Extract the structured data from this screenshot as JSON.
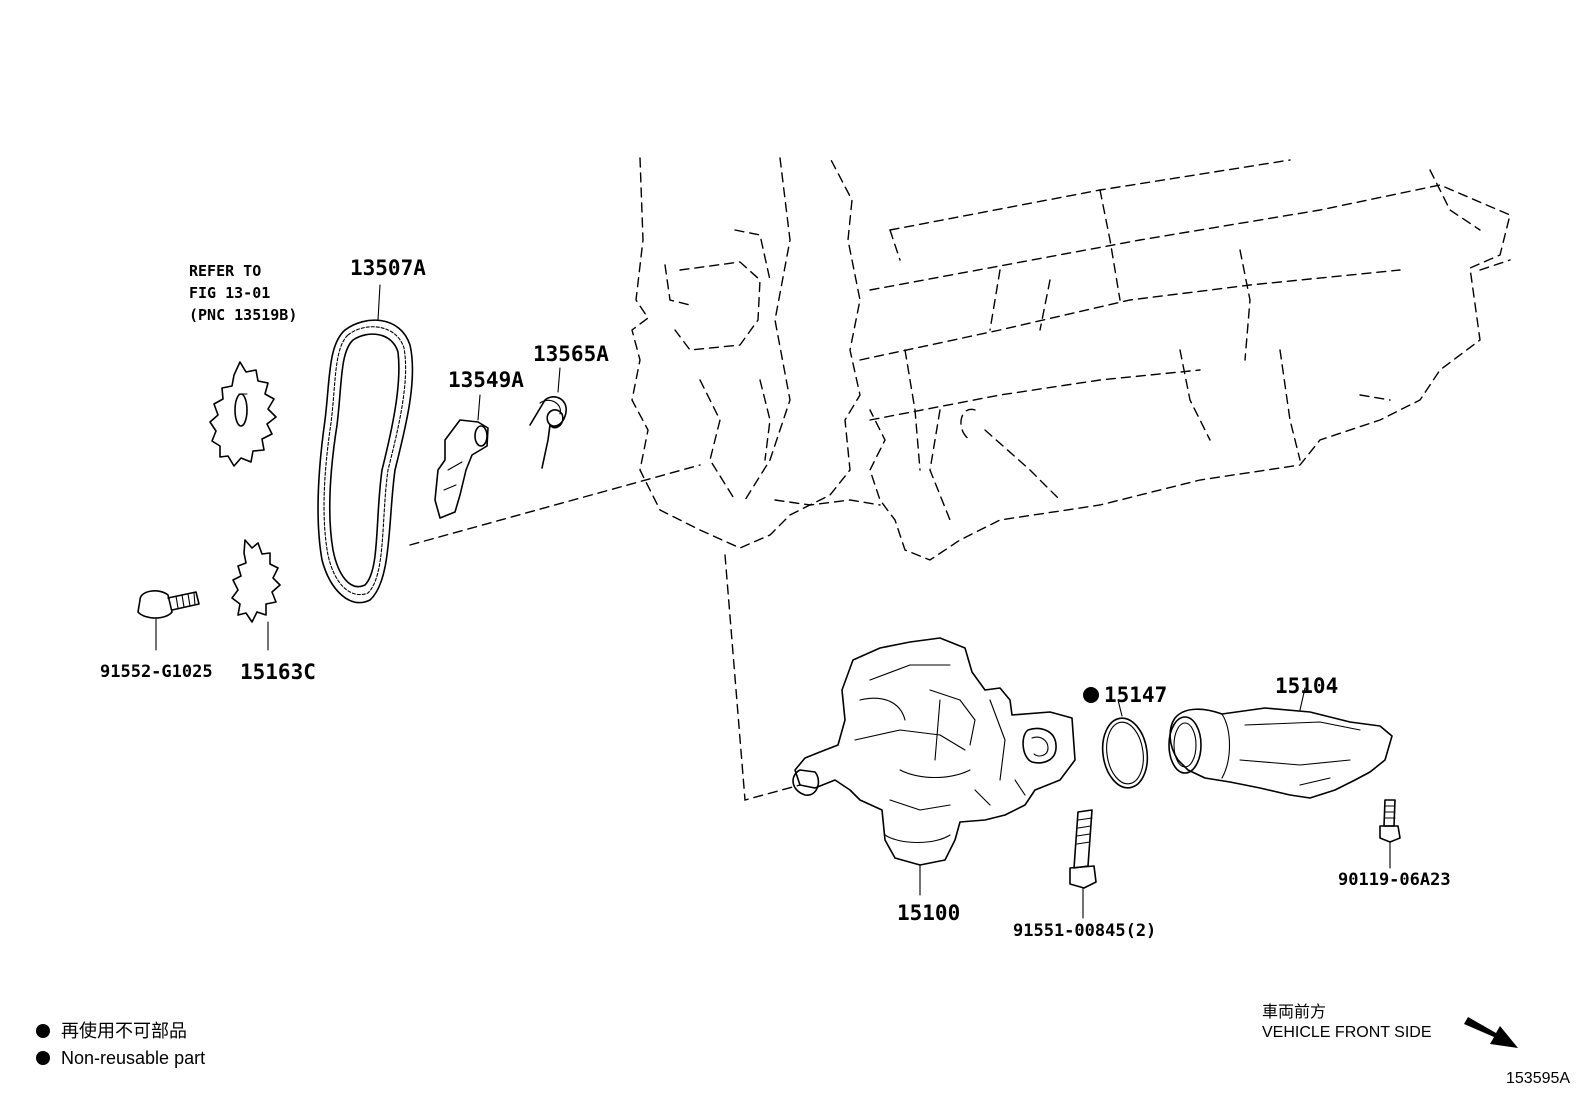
{
  "diagram": {
    "reference_note": {
      "line1": "REFER TO",
      "line2": "FIG 13-01",
      "line3": "(PNC 13519B)"
    },
    "parts": [
      {
        "id": "p1",
        "label": "13507A"
      },
      {
        "id": "p2",
        "label": "13549A"
      },
      {
        "id": "p3",
        "label": "13565A"
      },
      {
        "id": "p4",
        "label": "91552-G1025"
      },
      {
        "id": "p5",
        "label": "15163C"
      },
      {
        "id": "p6",
        "label": "15147",
        "non_reusable": true
      },
      {
        "id": "p7",
        "label": "15104"
      },
      {
        "id": "p8",
        "label": "15100"
      },
      {
        "id": "p9",
        "label": "91551-00845(2)"
      },
      {
        "id": "p10",
        "label": "90119-06A23"
      }
    ],
    "legend": {
      "jp": "再使用不可部品",
      "en": "Non-reusable part"
    },
    "direction": {
      "jp": "車両前方",
      "en": "VEHICLE FRONT SIDE"
    },
    "figure_number": "153595A"
  }
}
